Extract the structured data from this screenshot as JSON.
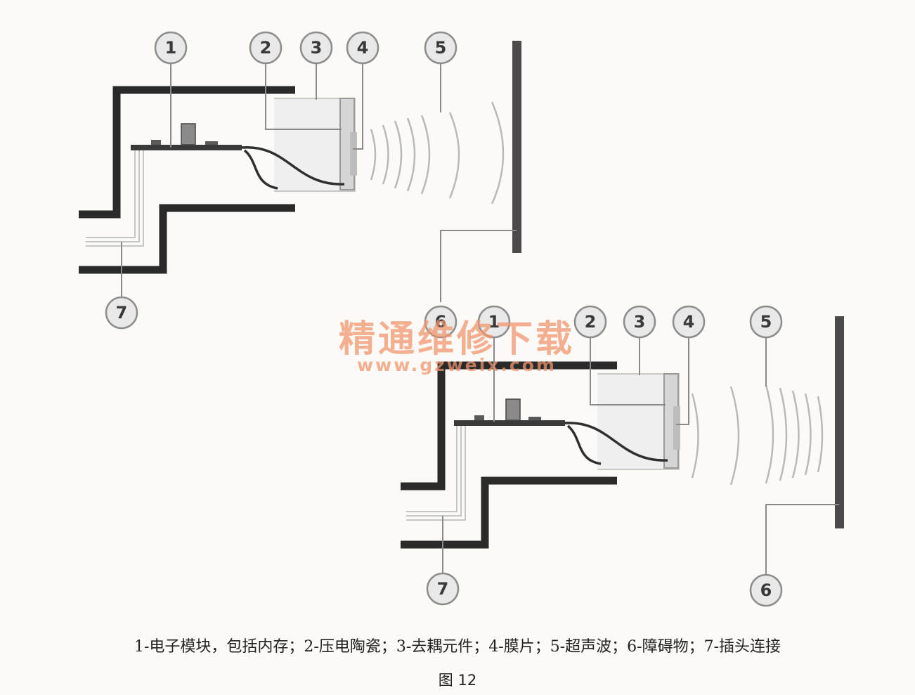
{
  "callouts": {
    "top": [
      "1",
      "2",
      "3",
      "4",
      "5",
      "6",
      "7"
    ],
    "bottom": [
      "1",
      "2",
      "3",
      "4",
      "5",
      "6",
      "7"
    ]
  },
  "watermark": {
    "title": "精通维修下载",
    "url": "www.gzweix.com"
  },
  "caption": "1-电子模块，包括内存；2-压电陶瓷；3-去耦元件；4-膜片；5-超声波；6-障碍物；7-插头连接",
  "figure_label": "图 12",
  "colors": {
    "housing": "#2a2a2a",
    "obstacle": "#4a4a4a",
    "callout_fill": "#e9e9e9",
    "watermark": "#f0966e"
  }
}
